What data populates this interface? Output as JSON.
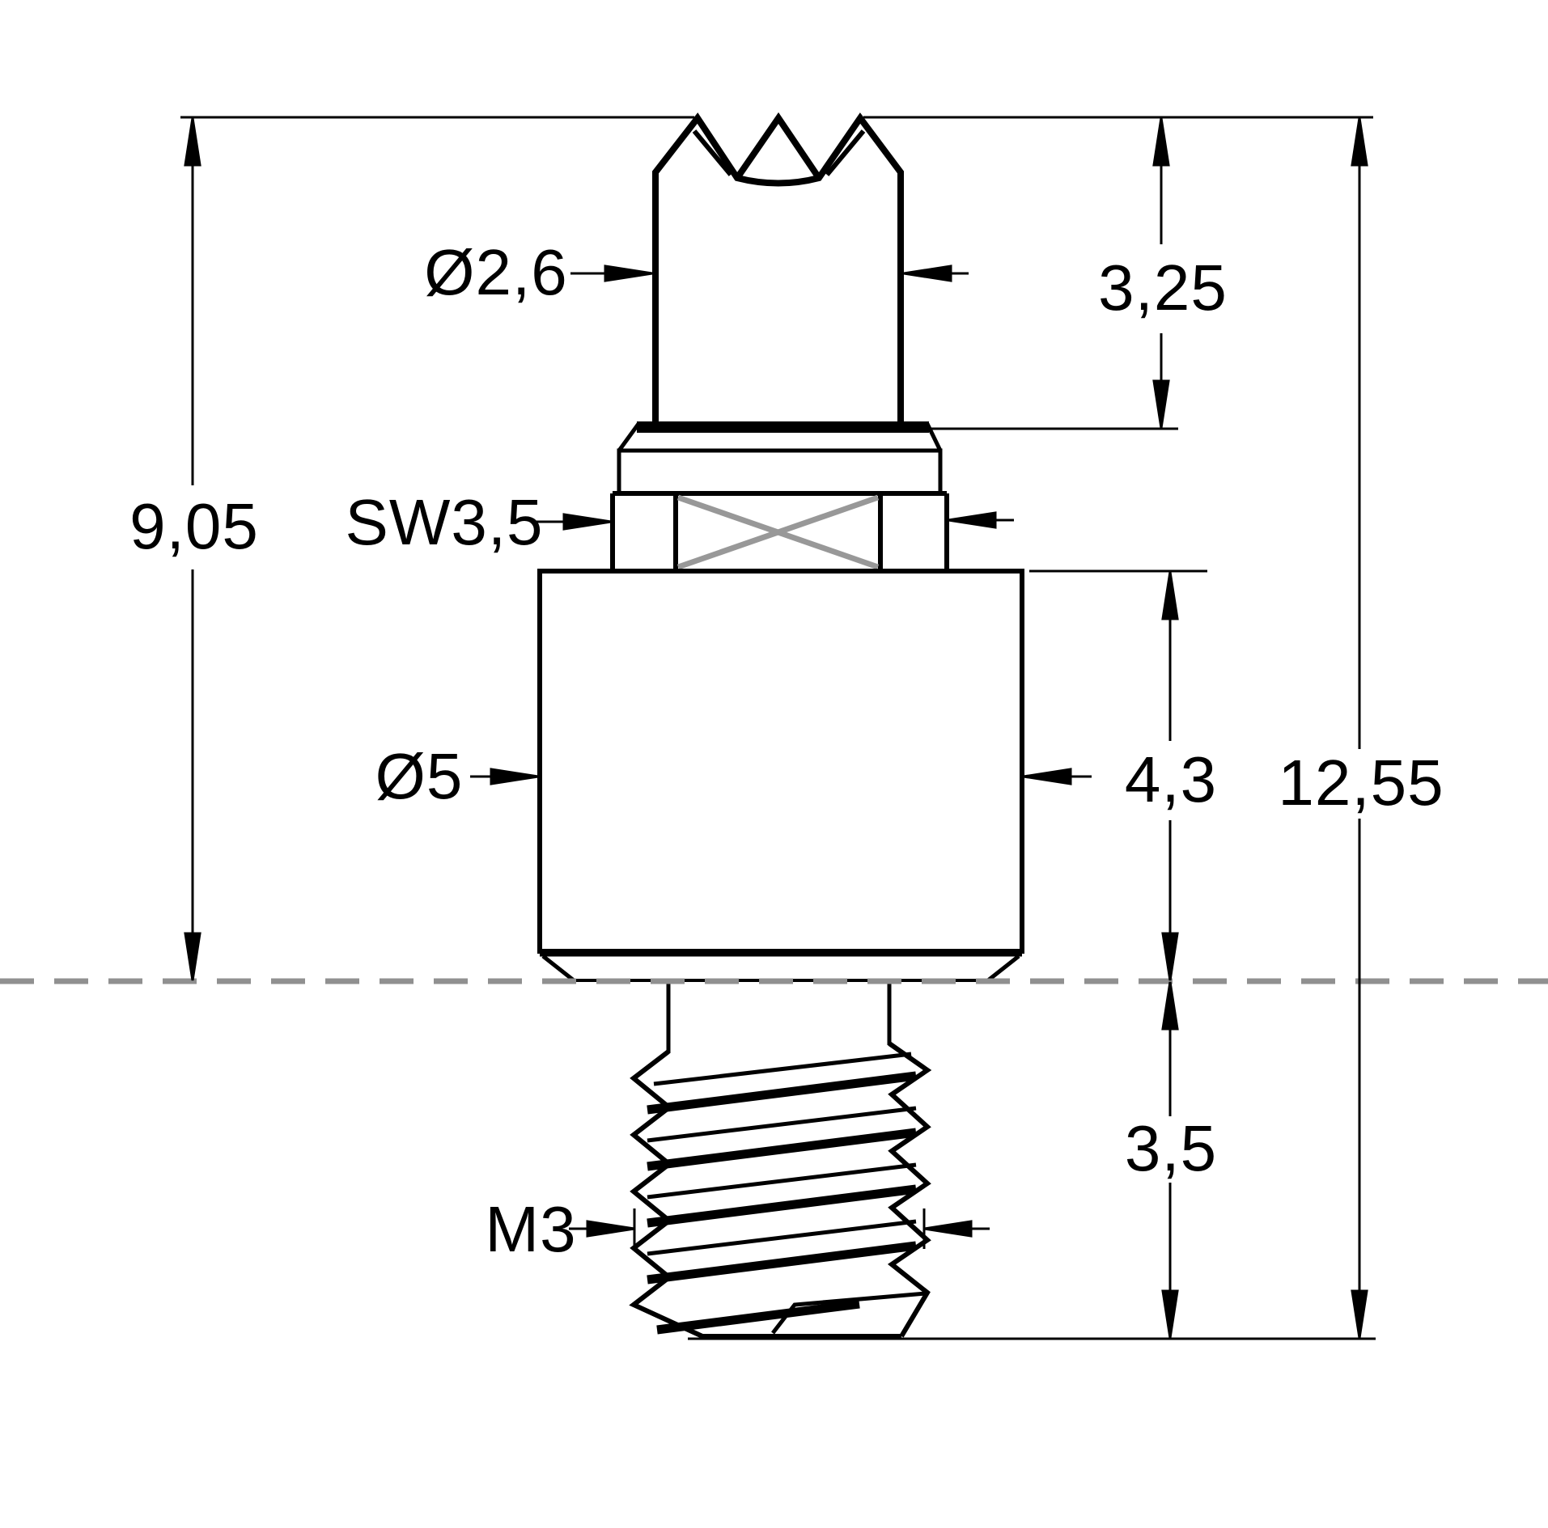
{
  "drawing": {
    "description": "Technical dimension drawing of a spring test probe with crown tip and M3 thread",
    "labels": {
      "tip_diameter": "Ø2,6",
      "tip_length": "3,25",
      "upper_length": "9,05",
      "wrench_size": "SW3,5",
      "body_diameter": "Ø5",
      "body_length": "4,3",
      "overall_length": "12,55",
      "thread_spec": "M3",
      "thread_length": "3,5"
    },
    "colors": {
      "line": "#000000",
      "centerline": "#909090",
      "cross_hatch": "#989898",
      "background": "#ffffff"
    }
  }
}
